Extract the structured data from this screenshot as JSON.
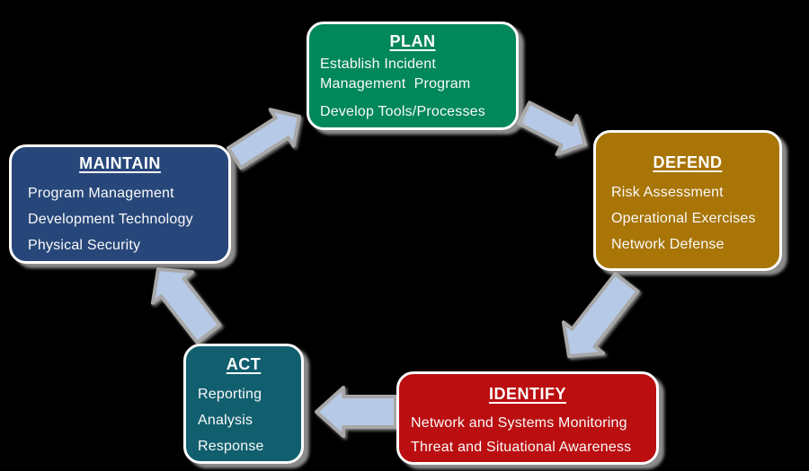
{
  "diagram": {
    "background_color": "#000000",
    "arrow": {
      "fill": "#B6C9E6",
      "outline": "#A8A8A8"
    },
    "boxes": {
      "plan": {
        "title": "PLAN",
        "color": "#00875A",
        "items": [
          "Establish Incident",
          "Management  Program",
          "Develop Tools/Processes"
        ]
      },
      "defend": {
        "title": "DEFEND",
        "color": "#A87506",
        "items": [
          "Risk Assessment",
          "Operational Exercises",
          "Network Defense"
        ]
      },
      "identify": {
        "title": "IDENTIFY",
        "color": "#BB0E10",
        "items": [
          "Network and Systems Monitoring",
          "Threat and Situational Awareness"
        ]
      },
      "act": {
        "title": "ACT",
        "color": "#115F6E",
        "items": [
          "Reporting",
          "Analysis",
          "Response"
        ]
      },
      "maintain": {
        "title": "MAINTAIN",
        "color": "#27477A",
        "items": [
          "Program Management",
          "Development Technology",
          "Physical Security"
        ]
      }
    }
  }
}
